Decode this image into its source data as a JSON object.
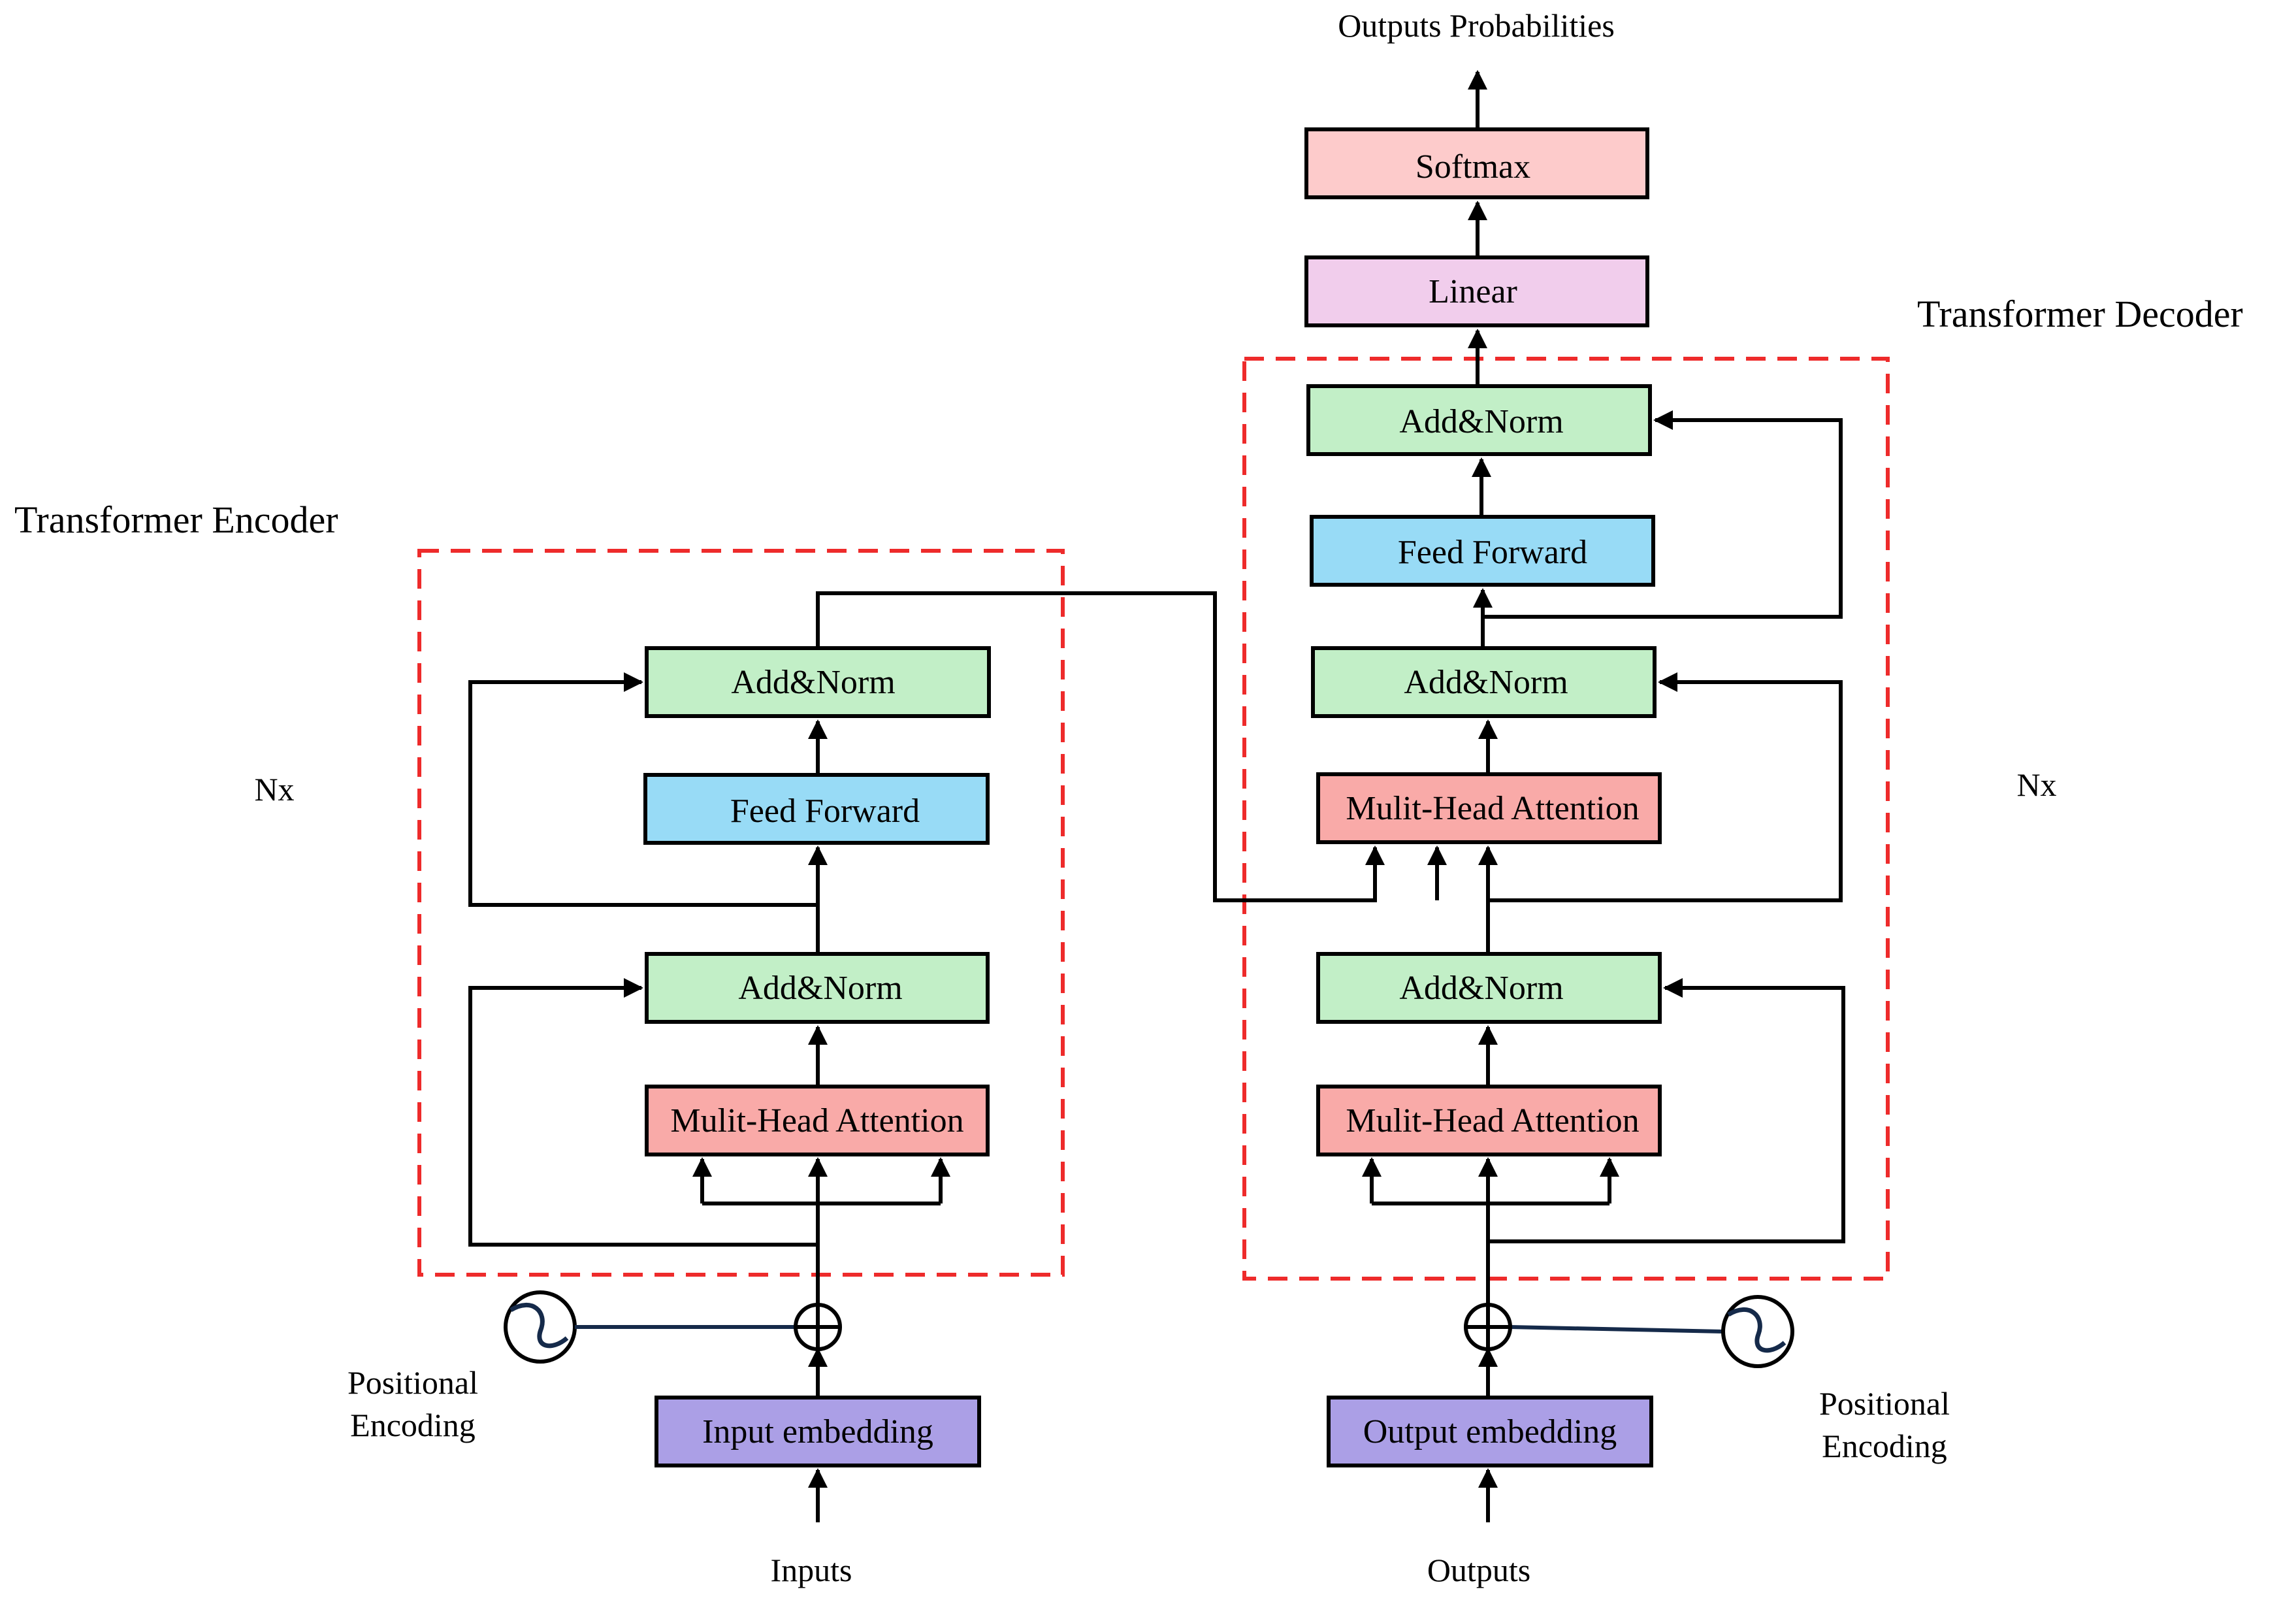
{
  "titles": {
    "encoder": "Transformer Encoder",
    "decoder": "Transformer Decoder",
    "outputs_probabilities": "Outputs Probabilities"
  },
  "repeat_labels": {
    "encoder": "Nx",
    "decoder": "Nx"
  },
  "io_labels": {
    "inputs": "Inputs",
    "outputs": "Outputs"
  },
  "positional_encoding": {
    "encoder": [
      "Positional",
      "Encoding"
    ],
    "decoder": [
      "Positional",
      "Encoding"
    ]
  },
  "encoder": {
    "input_embedding": "Input embedding",
    "attention": "Mulit-Head Attention",
    "add_norm_1": "Add&Norm",
    "feed_forward": "Feed Forward",
    "add_norm_2": "Add&Norm"
  },
  "decoder": {
    "output_embedding": "Output embedding",
    "masked_attention": "Mulit-Head Attention",
    "add_norm_1": "Add&Norm",
    "cross_attention": "Mulit-Head Attention",
    "add_norm_2": "Add&Norm",
    "feed_forward": "Feed Forward",
    "add_norm_3": "Add&Norm",
    "linear": "Linear",
    "softmax": "Softmax"
  },
  "colors": {
    "embedding": "#ab9fe6",
    "attention": "#f9aaa8",
    "add_norm": "#c2efc7",
    "feed_forward": "#98dbf6",
    "linear": "#f1cdec",
    "softmax": "#fdcbcb",
    "dashed_border": "#ee2b2b"
  }
}
